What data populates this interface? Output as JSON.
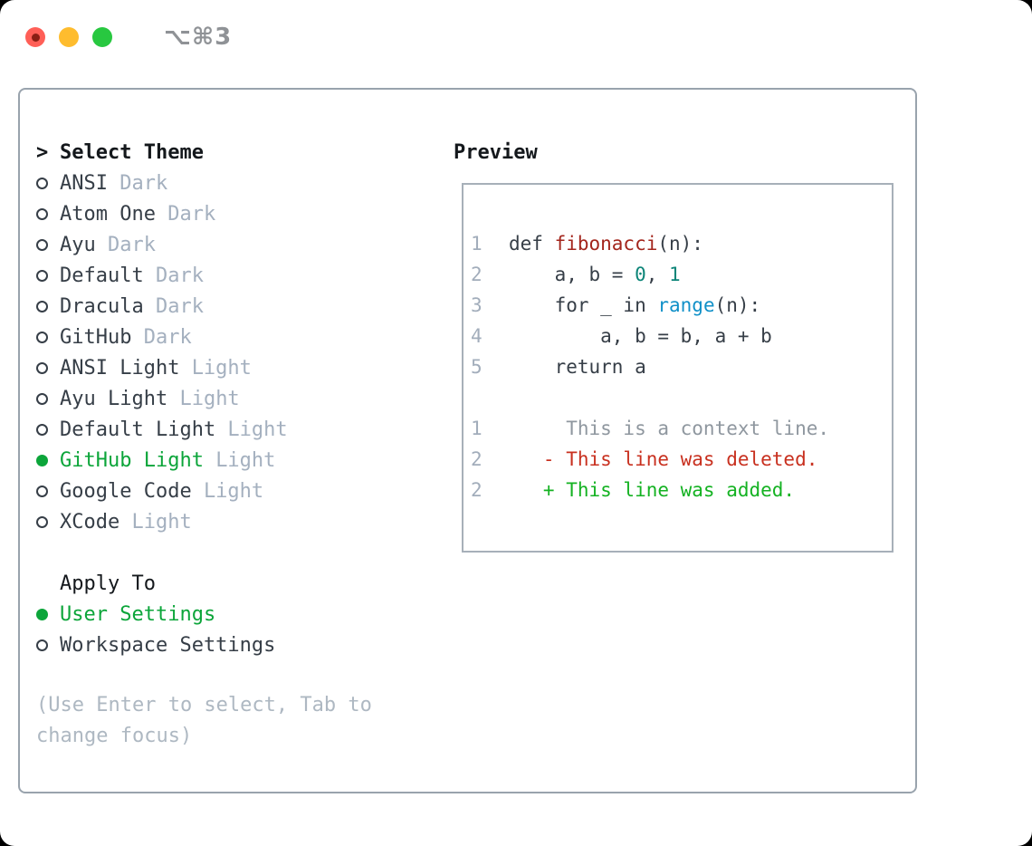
{
  "titlebar": {
    "shortcut": "⌥⌘3"
  },
  "sidebar": {
    "header_prefix": ">",
    "header": "Select Theme",
    "themes": [
      {
        "name": "ANSI",
        "variant": "Dark",
        "selected": false
      },
      {
        "name": "Atom One",
        "variant": "Dark",
        "selected": false
      },
      {
        "name": "Ayu",
        "variant": "Dark",
        "selected": false
      },
      {
        "name": "Default",
        "variant": "Dark",
        "selected": false
      },
      {
        "name": "Dracula",
        "variant": "Dark",
        "selected": false
      },
      {
        "name": "GitHub",
        "variant": "Dark",
        "selected": false
      },
      {
        "name": "ANSI Light",
        "variant": "Light",
        "selected": false
      },
      {
        "name": "Ayu Light",
        "variant": "Light",
        "selected": false
      },
      {
        "name": "Default Light",
        "variant": "Light",
        "selected": false
      },
      {
        "name": "GitHub Light",
        "variant": "Light",
        "selected": true
      },
      {
        "name": "Google Code",
        "variant": "Light",
        "selected": false
      },
      {
        "name": "XCode",
        "variant": "Light",
        "selected": false
      }
    ]
  },
  "apply_to": {
    "header": "Apply To",
    "options": [
      {
        "label": "User Settings",
        "selected": true
      },
      {
        "label": "Workspace Settings",
        "selected": false
      }
    ]
  },
  "hint": {
    "line1": "(Use Enter to select, Tab to",
    "line2": "change focus)"
  },
  "preview": {
    "header": "Preview",
    "lines": [
      {
        "ln": "1",
        "seg": [
          {
            "t": "def "
          },
          {
            "t": "fibonacci"
          },
          {
            "t": "(n):"
          }
        ]
      },
      {
        "ln": "2",
        "seg": [
          {
            "t": "    a, b = "
          },
          {
            "t": "0"
          },
          {
            "t": ", "
          },
          {
            "t": "1"
          }
        ]
      },
      {
        "ln": "3",
        "seg": [
          {
            "t": "    for _ in "
          },
          {
            "t": "range"
          },
          {
            "t": "(n):"
          }
        ]
      },
      {
        "ln": "4",
        "seg": [
          {
            "t": "        a, b = b, a + b"
          }
        ]
      },
      {
        "ln": "5",
        "seg": [
          {
            "t": "    return a"
          }
        ]
      },
      {
        "ln": "",
        "seg": []
      },
      {
        "ln": "1",
        "seg": [
          {
            "t": "     This is a context line."
          }
        ]
      },
      {
        "ln": "2",
        "seg": [
          {
            "t": "   - This line was deleted."
          }
        ]
      },
      {
        "ln": "2",
        "seg": [
          {
            "t": "   + This line was added."
          }
        ]
      }
    ]
  },
  "colors": {
    "accent": "#0ca53a",
    "added": "#14b222",
    "deleted": "#c8301f",
    "func": "#a3251c",
    "number": "#0c8578",
    "call": "#1090c8",
    "text": "#363e47",
    "heading": "#14181c",
    "muted": "#a4b0bf",
    "hint": "#aeb8c2",
    "lineno": "#a2adbb",
    "context": "#8f979f",
    "panel_border": "#99a3ad",
    "box_border": "#a7b0b9",
    "light_red": "#ff5f57",
    "light_yellow": "#febc2e",
    "light_green": "#28c840",
    "red_dot": "#8a1f14",
    "shortcut": "#8f9296"
  }
}
